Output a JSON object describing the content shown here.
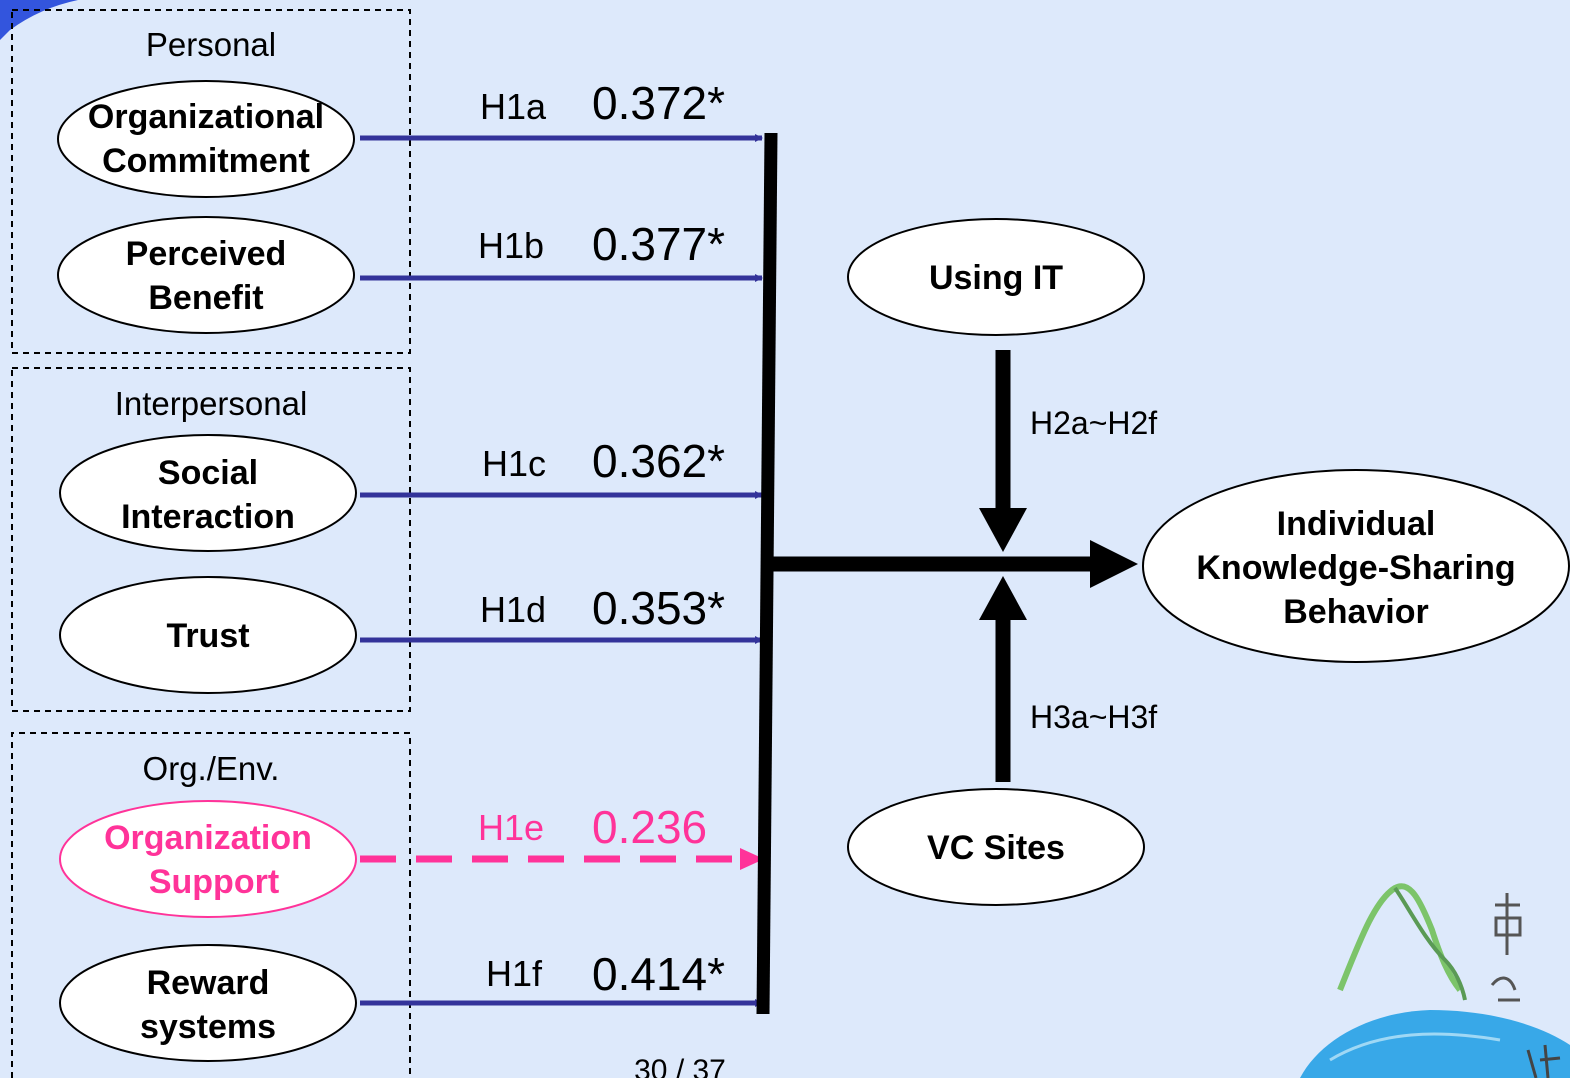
{
  "colors": {
    "background": "#dde9fb",
    "significant_path": "#33339a",
    "nonsignificant_path": "#ff3399",
    "main_path": "#000000"
  },
  "groups": {
    "personal": "Personal",
    "interpersonal": "Interpersonal",
    "org_env": "Org./Env."
  },
  "factors": [
    {
      "line1": "Organizational",
      "line2": "Commitment",
      "hypothesis": "H1a",
      "coefficient": "0.372*",
      "significant": true
    },
    {
      "line1": "Perceived",
      "line2": "Benefit",
      "hypothesis": "H1b",
      "coefficient": "0.377*",
      "significant": true
    },
    {
      "line1": "Social",
      "line2": "Interaction",
      "hypothesis": "H1c",
      "coefficient": "0.362*",
      "significant": true
    },
    {
      "line1": "Trust",
      "line2": "",
      "hypothesis": "H1d",
      "coefficient": "0.353*",
      "significant": true
    },
    {
      "line1": "Organization",
      "line2": "Support",
      "hypothesis": "H1e",
      "coefficient": "0.236",
      "significant": false
    },
    {
      "line1": "Reward",
      "line2": "systems",
      "hypothesis": "H1f",
      "coefficient": "0.414*",
      "significant": true
    }
  ],
  "moderators": {
    "using_it": "Using IT",
    "using_it_hyp": "H2a~H2f",
    "vc_sites": "VC Sites",
    "vc_sites_hyp": "H3a~H3f"
  },
  "outcome": {
    "line1": "Individual",
    "line2": "Knowledge-Sharing",
    "line3": "Behavior"
  },
  "page_number": "30 / 37"
}
